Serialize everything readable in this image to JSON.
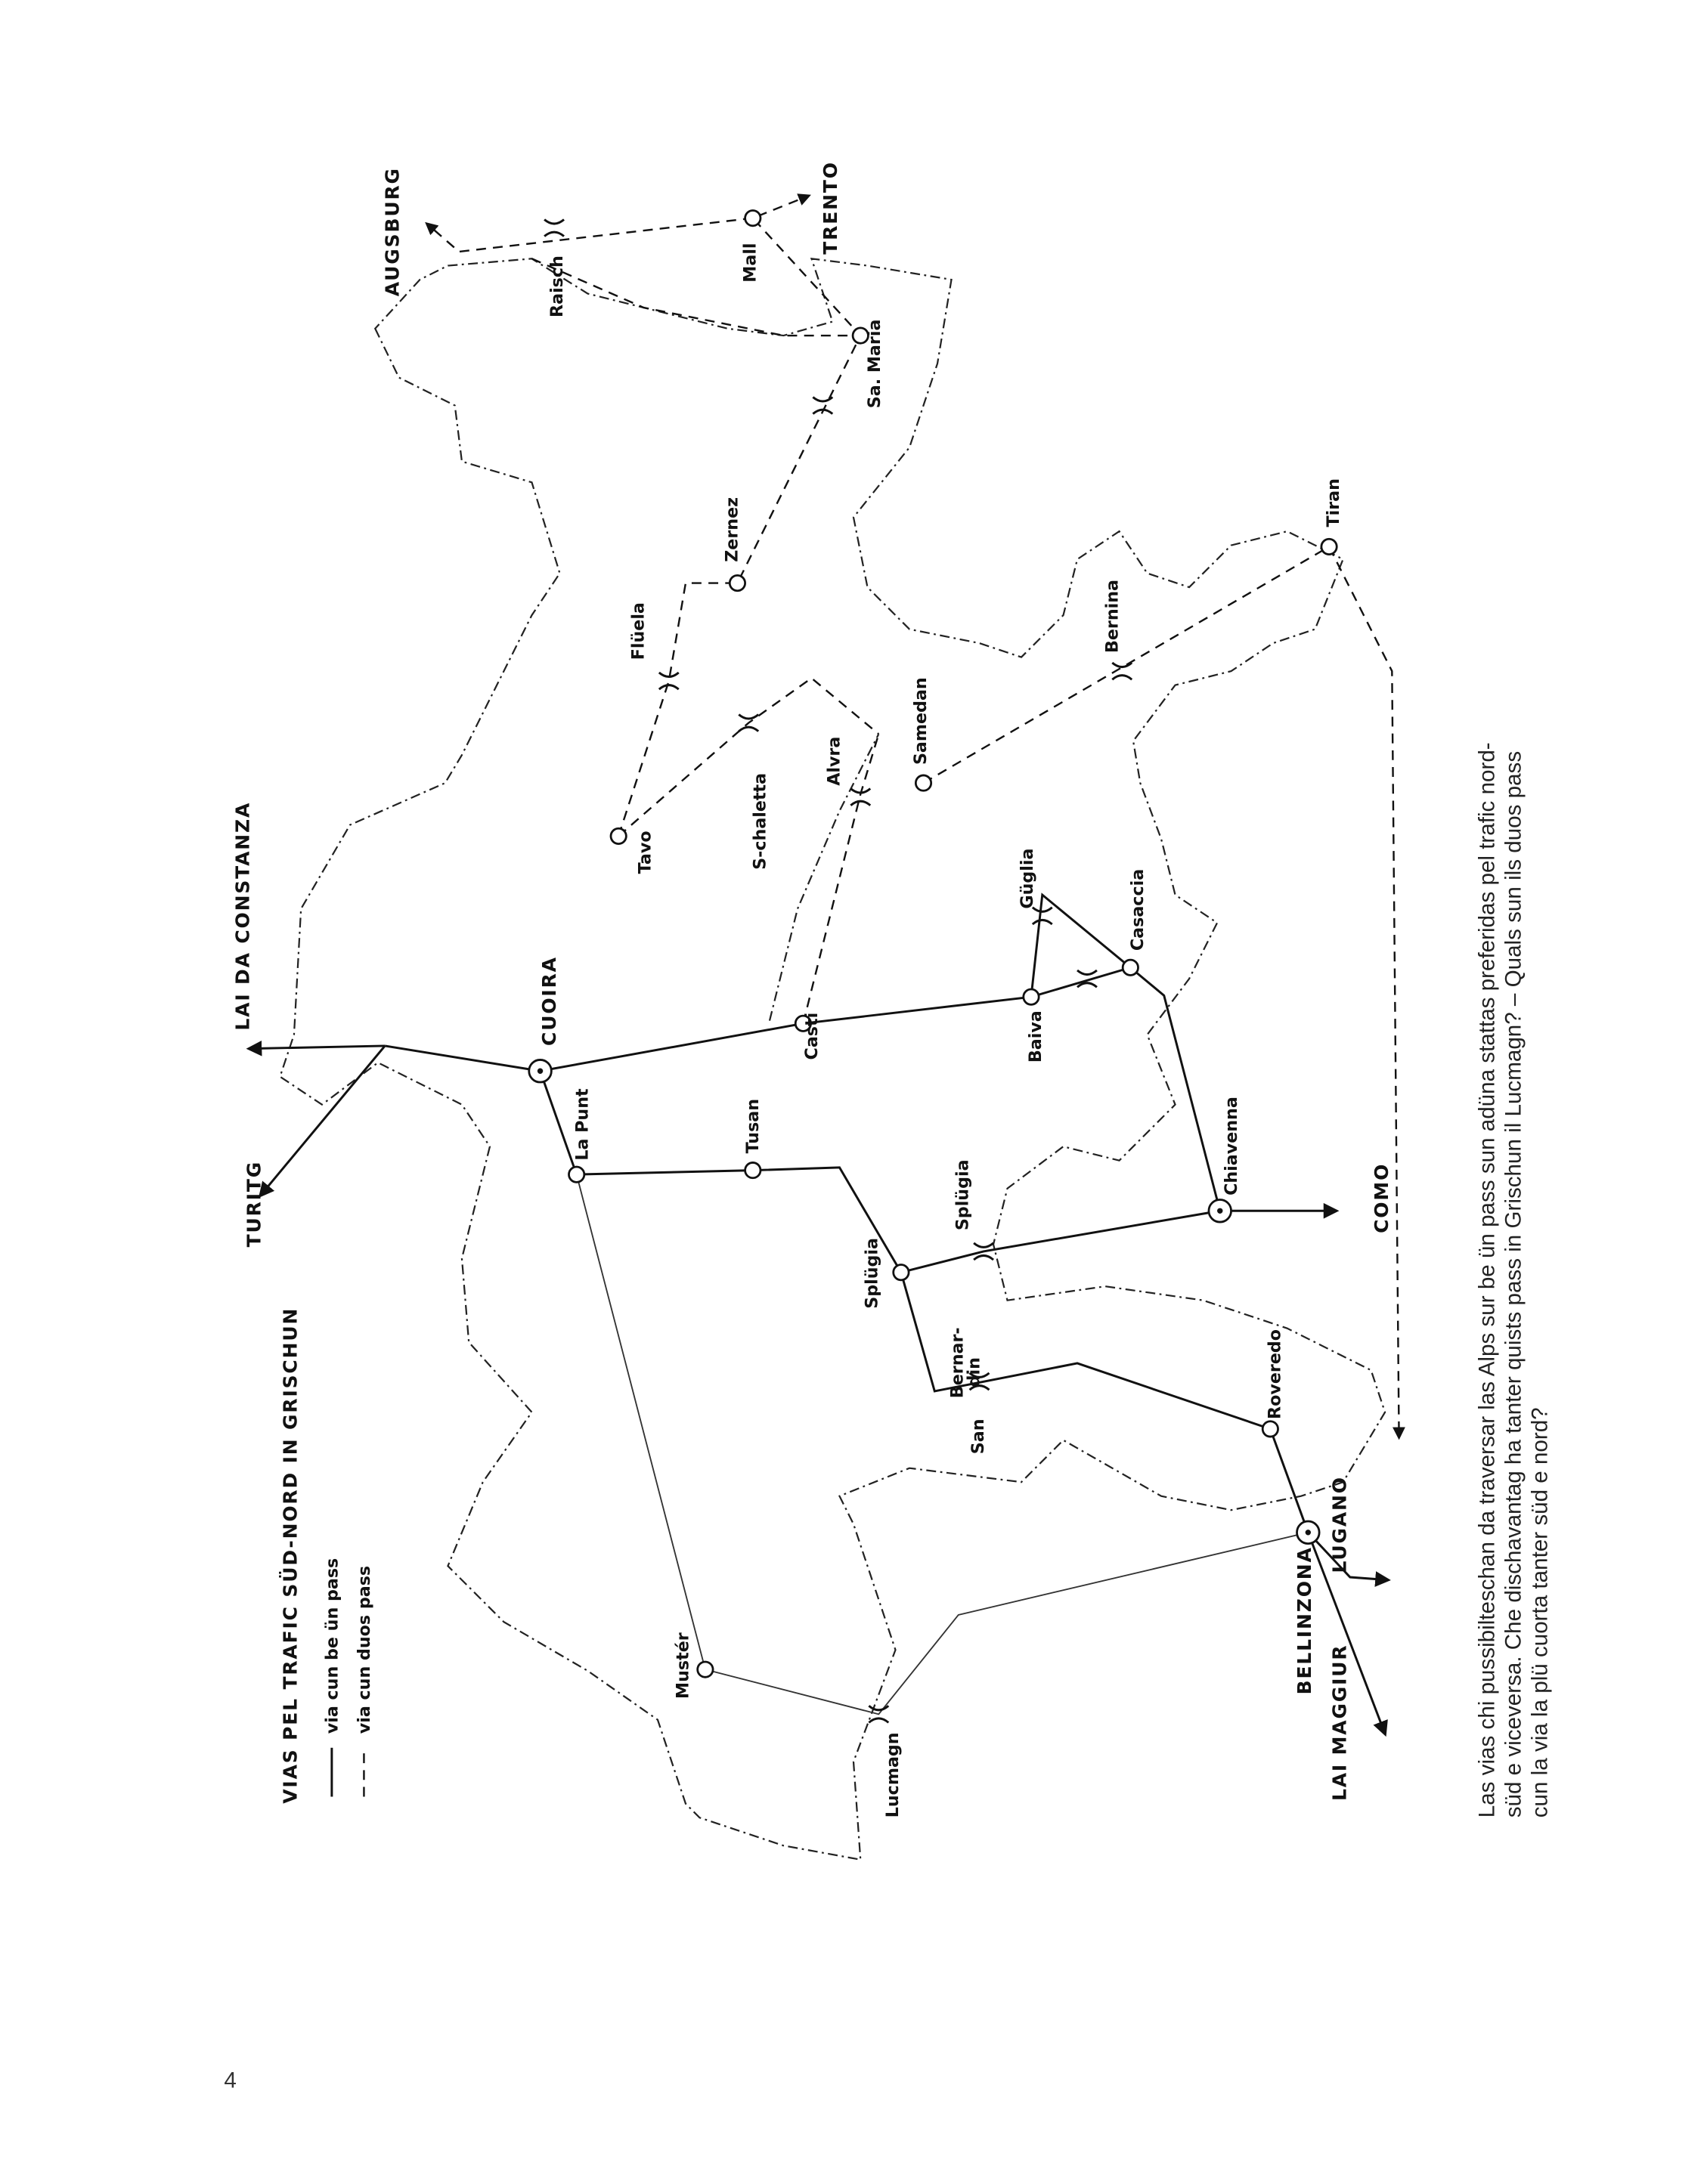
{
  "map": {
    "title": "VIAS PEL TRAFIC SÜD-NORD IN GRISCHUN",
    "legend": [
      {
        "label": "via cun be ün pass",
        "style": "solid"
      },
      {
        "label": "via cun duos pass",
        "style": "dashed"
      }
    ],
    "places": {
      "turitg": "TURITG",
      "constanza": "LAI DA CONSTANZA",
      "cuoira": "CUOIRA",
      "lapunt": "La Punt",
      "tusan": "Tusan",
      "casti": "Casti",
      "baiva": "Baiva",
      "guglia": "Güglia",
      "casaccia": "Casaccia",
      "chiavenna": "Chiavenna",
      "como": "COMO",
      "splugia": "Splügia",
      "splugia_pass": "Splügia",
      "san": "San",
      "bernar": "Bernar-",
      "din": "din",
      "roveredo": "Roveredo",
      "lugano": "LUGANO",
      "bellinzona": "BELLINZONA",
      "maggiur": "LAI MAGGIUR",
      "muster": "Mustér",
      "lucmagn": "Lucmagn",
      "tavo": "Tavo",
      "schaletta": "S-chaletta",
      "alvra": "Alvra",
      "samedan": "Samedan",
      "bernina": "Bernina",
      "tiran": "Tiran",
      "fluela": "Flüela",
      "zernez": "Zernez",
      "samaria": "Sa. Maria",
      "raisch": "Raisch",
      "mall": "Mall",
      "augsburg": "AUGSBURG",
      "trento": "TRENTO"
    }
  },
  "caption": [
    "Las vias chi pussibilteschan da traversar las Alps sur be ün pass sun adüna stattas preferidas pel trafic nord-",
    "süd e viceversa. Che dischavantag ha tanter quists pass in Grischun il Lucmagn? – Quals sun ils duos pass",
    "cun la via la plü cuorta tanter süd e nord?"
  ],
  "page_number": "4"
}
